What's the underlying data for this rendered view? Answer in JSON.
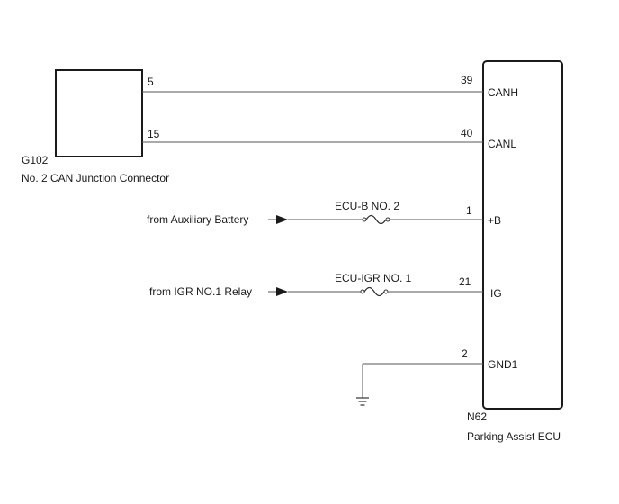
{
  "connector": {
    "code": "G102",
    "name": "No. 2 CAN Junction Connector",
    "pins": {
      "canh": "5",
      "canl": "15"
    }
  },
  "ecu": {
    "code": "N62",
    "name": "Parking Assist ECU",
    "pins": [
      {
        "number": "39",
        "label": "CANH"
      },
      {
        "number": "40",
        "label": "CANL"
      },
      {
        "number": "1",
        "label": "+B"
      },
      {
        "number": "21",
        "label": "IG"
      },
      {
        "number": "2",
        "label": "GND1"
      }
    ]
  },
  "sources": [
    {
      "label": "from Auxiliary Battery",
      "fuse": "ECU-B NO. 2"
    },
    {
      "label": "from IGR NO.1 Relay",
      "fuse": "ECU-IGR NO. 1"
    }
  ]
}
